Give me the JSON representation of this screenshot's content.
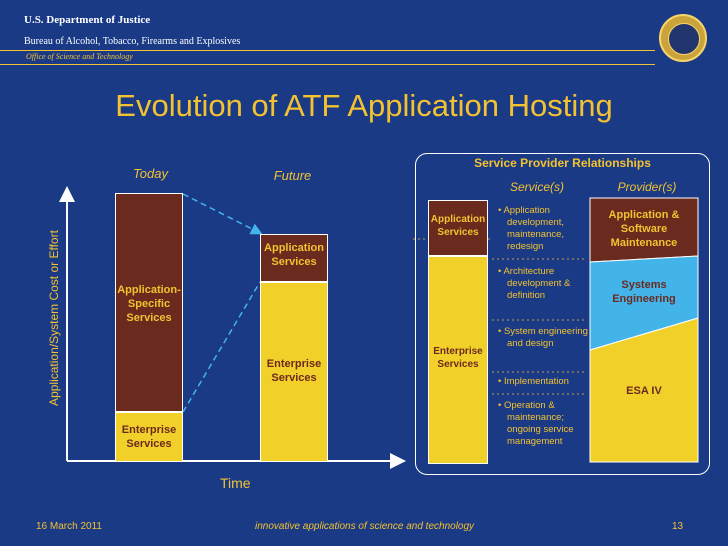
{
  "header": {
    "org_line1": "U.S. Department of Justice",
    "org_line2": "Bureau of Alcohol, Tobacco, Firearms and Explosives",
    "office": "Office of Science and Technology"
  },
  "slide": {
    "title": "Evolution of ATF Application Hosting"
  },
  "diagram": {
    "y_axis_label": "Application/System Cost or Effort",
    "x_axis_label": "Time",
    "today_label": "Today",
    "future_label": "Future",
    "today_app": "Application-\nSpecific\nServices",
    "today_ent": "Enterprise\nServices",
    "future_app": "Application\nServices",
    "future_ent": "Enterprise\nServices"
  },
  "spr": {
    "title": "Service Provider Relationships",
    "col_services": "Service(s)",
    "col_providers": "Provider(s)",
    "bar_app": "Application\nServices",
    "bar_ent": "Enterprise\nServices",
    "services": [
      "Application development, maintenance, redesign",
      "Architecture development & definition",
      "System engineering and design",
      "Implementation",
      "Operation & maintenance; ongoing service management"
    ],
    "provider1": "Application &\nSoftware\nMaintenance",
    "provider2": "Systems\nEngineering",
    "provider3": "ESA IV"
  },
  "footer": {
    "date": "16 March 2011",
    "tagline": "innovative applications of science and technology",
    "page": "13"
  },
  "colors": {
    "background": "#1b3a86",
    "gold_text": "#f2c230",
    "brown": "#6b2a1e",
    "yellow": "#f2d02a",
    "light_blue": "#43b4ea"
  }
}
